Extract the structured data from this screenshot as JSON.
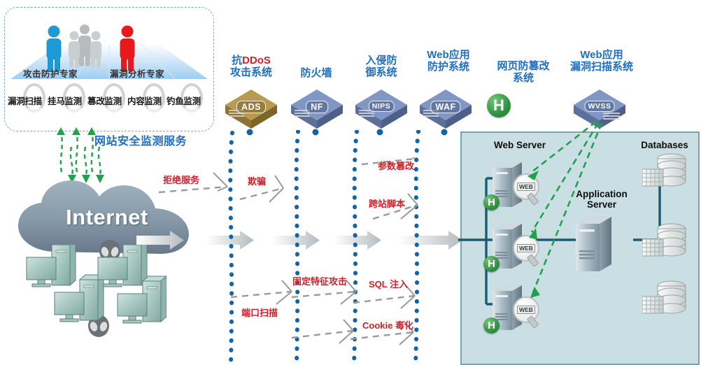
{
  "service_panel": {
    "experts": [
      {
        "name": "attack-defense-expert",
        "label": "攻击防护专家",
        "color": "#1d9ad6"
      },
      {
        "name": "vulnerability-analysis-expert",
        "label": "漏洞分析专家",
        "color": "#e8191b"
      }
    ],
    "monitors": [
      {
        "name": "vulnerability-scan",
        "label": "漏洞扫描"
      },
      {
        "name": "webshell-monitor",
        "label": "挂马监测"
      },
      {
        "name": "tamper-monitor",
        "label": "篡改监测"
      },
      {
        "name": "content-monitor",
        "label": "内容监测"
      },
      {
        "name": "phishing-monitor",
        "label": "钓鱼监测"
      }
    ],
    "title": "网站安全监测服务"
  },
  "internet": {
    "label": "Internet"
  },
  "devices": [
    {
      "name": "anti-ddos-system",
      "title_line1": "抗DDoS",
      "title_line2": "攻击系统",
      "tag": "ADS",
      "color": "#a8893f",
      "icon": "appliance-icon"
    },
    {
      "name": "firewall",
      "title_line1": "防火墙",
      "title_line2": "",
      "tag": "NF",
      "color": "#7188b8",
      "icon": "appliance-icon"
    },
    {
      "name": "intrusion-prevention-system",
      "title_line1": "入侵防",
      "title_line2": "御系统",
      "tag": "NIPS",
      "color": "#7188b8",
      "icon": "appliance-icon"
    },
    {
      "name": "web-application-firewall",
      "title_line1": "Web应用",
      "title_line2": "防护系统",
      "tag": "WAF",
      "color": "#7188b8",
      "icon": "appliance-icon"
    },
    {
      "name": "web-tamper-proof-system",
      "title_line1": "网页防篡改",
      "title_line2": "系统",
      "tag": "H",
      "color": "#2e9140",
      "icon": "h-badge-icon"
    },
    {
      "name": "web-vulnerability-scan-system",
      "title_line1": "Web应用",
      "title_line2": "漏洞扫描系统",
      "tag": "WVSS",
      "color": "#7188b8",
      "icon": "appliance-icon"
    }
  ],
  "attacks": [
    {
      "name": "attack-denial-of-service",
      "label": "拒绝服务"
    },
    {
      "name": "attack-spoofing",
      "label": "欺骗"
    },
    {
      "name": "attack-parameter-tampering",
      "label": "参数篡改"
    },
    {
      "name": "attack-cross-site-script",
      "label": "跨站脚本"
    },
    {
      "name": "attack-fixed-signature",
      "label": "固定特征攻击"
    },
    {
      "name": "attack-sql-injection",
      "label": "SQL 注入"
    },
    {
      "name": "attack-port-scan",
      "label": "端口扫描"
    },
    {
      "name": "attack-cookie-poisoning",
      "label": "Cookie 毒化"
    }
  ],
  "zone": {
    "web_server_label": "Web Server",
    "application_server_label": "Application\nServer",
    "application_server_l1": "Application",
    "application_server_l2": "Server",
    "databases_label": "Databases",
    "web_tag": "WEB",
    "h_tag": "H"
  },
  "colors": {
    "accent_blue": "#1f6fc4",
    "attack_red": "#d0202a",
    "green": "#22a14a",
    "zone_bg": "#c9dfe4",
    "zone_border": "#7ba3ae",
    "dot_blue": "#1463a8",
    "link_navy": "#1a5b76",
    "gold": "#a8893f",
    "device_blue": "#7188b8"
  }
}
